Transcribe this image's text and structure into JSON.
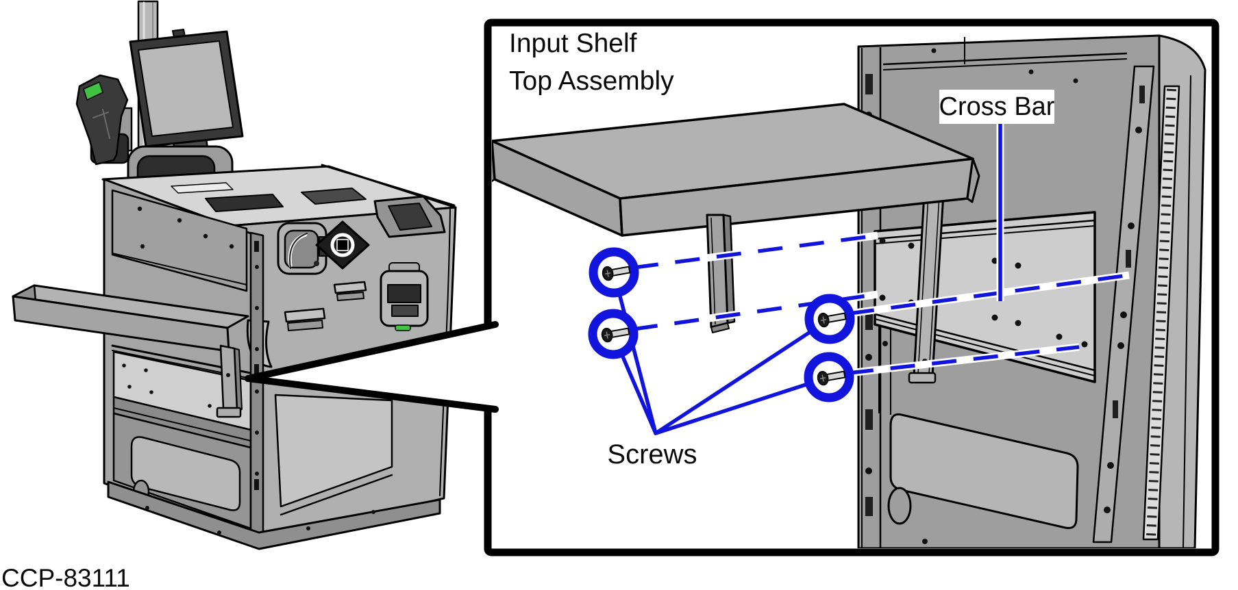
{
  "figure": {
    "part_number": "CCP-83111",
    "kiosk": {
      "description": "self-checkout kiosk line illustration",
      "features": [
        "pole",
        "touchscreen-monitor",
        "handheld-scanner",
        "scanner-scale-head",
        "printer",
        "keypad",
        "coin-module",
        "input-shelf",
        "cross-bar-plate",
        "base"
      ]
    },
    "detail_panel": {
      "title_line1": "Input Shelf",
      "title_line2": "Top Assembly",
      "cross_bar_label": "Cross Bar",
      "screws_label": "Screws",
      "screw_count": 4
    },
    "colors": {
      "callout_blue": "#1114DC",
      "outline": "#000000",
      "background": "#FFFFFF",
      "panel_gray": "#9E9E9E",
      "plate_gray": "#CDCDCD",
      "deck_gray": "#D6D6D6",
      "dark_gray": "#2D2D2D",
      "scanner_green": "#41C141"
    }
  }
}
